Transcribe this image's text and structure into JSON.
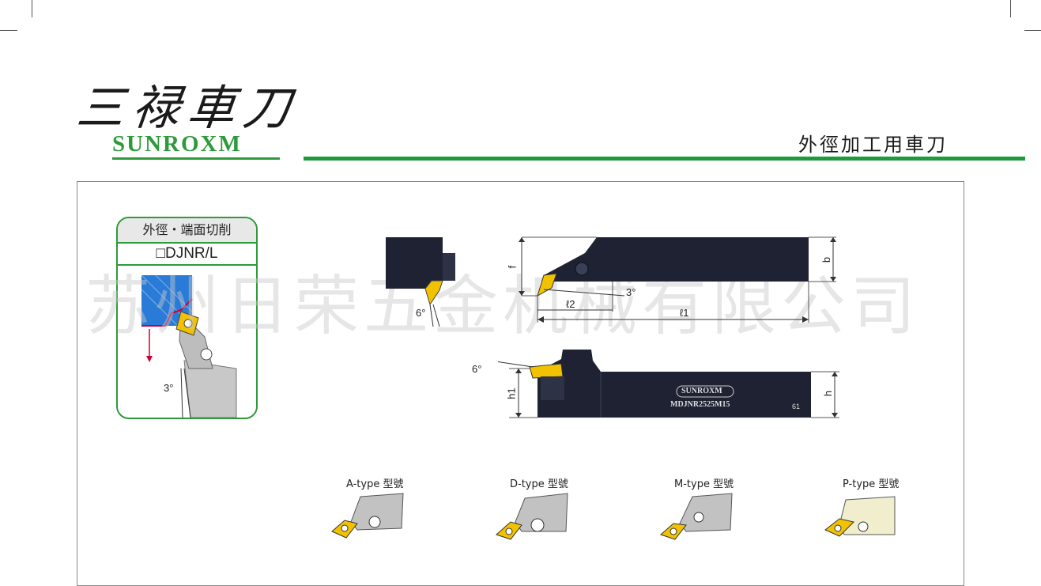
{
  "brand": {
    "logo_cjk": "三禄車刀",
    "logo_en": "SUNROXM"
  },
  "section_title": "外徑加工用車刀",
  "card": {
    "title": "外徑・端面切削",
    "model": "□DJNR/L",
    "angle_label": "3°"
  },
  "watermark": "苏州日荣五金机械有限公司",
  "top_diagram": {
    "angle_side": "6°",
    "angle_top": "3°",
    "dim_f": "f",
    "dim_b": "b",
    "dim_l2": "ℓ2",
    "dim_l1": "ℓ1"
  },
  "side_diagram": {
    "angle": "6°",
    "dim_h1": "h1",
    "dim_h": "h",
    "engraving_brand": "SUNROXM",
    "engraving_model": "MDJNR2525M15",
    "engraving_number": "61"
  },
  "types": [
    {
      "label": "A-type 型號"
    },
    {
      "label": "D-type 型號"
    },
    {
      "label": "M-type 型號"
    },
    {
      "label": "P-type 型號"
    }
  ],
  "colors": {
    "brand_green": "#2e9a3a",
    "holder_dark": "#1e2233",
    "insert_yellow": "#f2c200",
    "steel_gray": "#b8b8b8"
  }
}
